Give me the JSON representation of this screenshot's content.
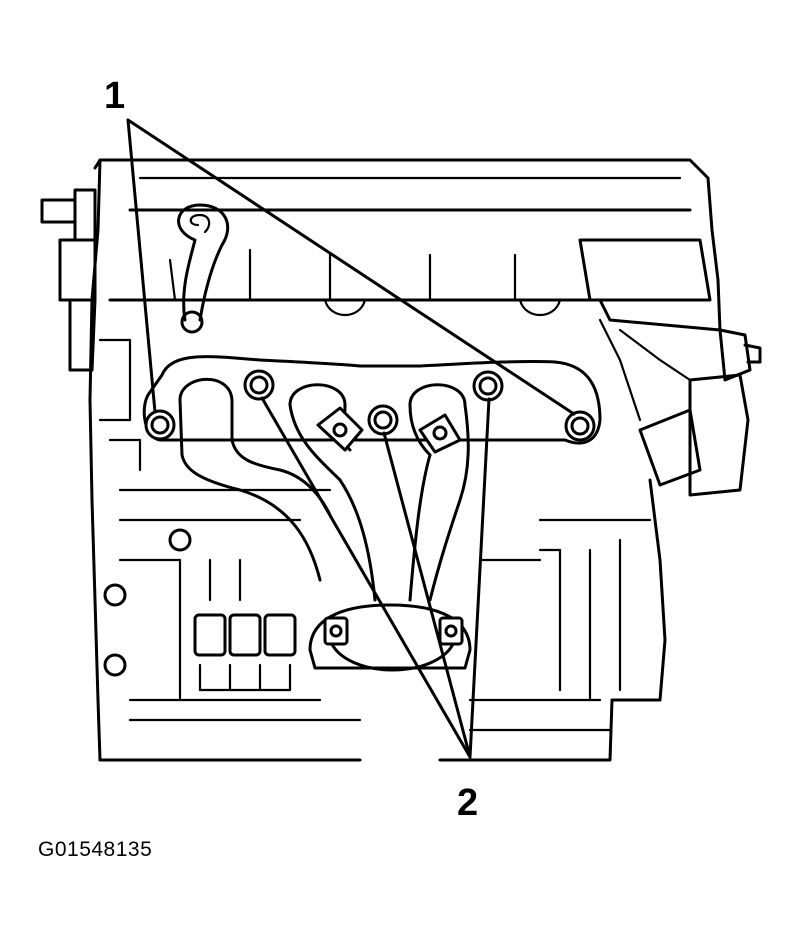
{
  "callouts": [
    {
      "label": "1"
    },
    {
      "label": "2"
    }
  ],
  "figure_id": "G01548135",
  "colors": {
    "ink": "#000000",
    "paper": "#ffffff"
  }
}
